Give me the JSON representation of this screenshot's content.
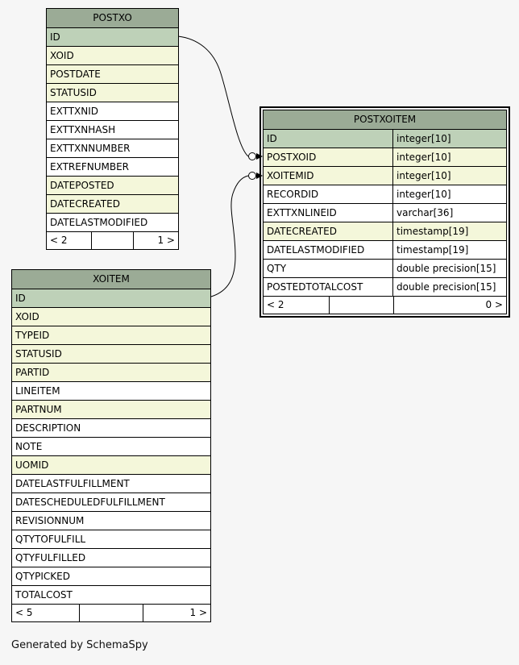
{
  "background": "#f6f6f6",
  "colors": {
    "table_header": "#9bab96",
    "primary_key_row": "#bed1b8",
    "indexed_row": "#f4f7da",
    "regular_row": "#ffffff",
    "border": "#000000"
  },
  "tables": [
    {
      "id": "postxo",
      "name": "POSTXO",
      "columns": [
        {
          "name": "ID",
          "style": "pk"
        },
        {
          "name": "XOID",
          "style": "indexed"
        },
        {
          "name": "POSTDATE",
          "style": "indexed"
        },
        {
          "name": "STATUSID",
          "style": "indexed"
        },
        {
          "name": "EXTTXNID",
          "style": "regular"
        },
        {
          "name": "EXTTXNHASH",
          "style": "regular"
        },
        {
          "name": "EXTTXNNUMBER",
          "style": "regular"
        },
        {
          "name": "EXTREFNUMBER",
          "style": "regular"
        },
        {
          "name": "DATEPOSTED",
          "style": "indexed"
        },
        {
          "name": "DATECREATED",
          "style": "indexed"
        },
        {
          "name": "DATELASTMODIFIED",
          "style": "regular"
        }
      ],
      "footer": {
        "left": "< 2",
        "center": "",
        "right": "1 >"
      }
    },
    {
      "id": "postxoitem",
      "name": "POSTXOITEM",
      "columns": [
        {
          "name": "ID",
          "type": "integer[10]",
          "style": "pk"
        },
        {
          "name": "POSTXOID",
          "type": "integer[10]",
          "style": "indexed"
        },
        {
          "name": "XOITEMID",
          "type": "integer[10]",
          "style": "indexed"
        },
        {
          "name": "RECORDID",
          "type": "integer[10]",
          "style": "regular"
        },
        {
          "name": "EXTTXNLINEID",
          "type": "varchar[36]",
          "style": "regular"
        },
        {
          "name": "DATECREATED",
          "type": "timestamp[19]",
          "style": "indexed"
        },
        {
          "name": "DATELASTMODIFIED",
          "type": "timestamp[19]",
          "style": "regular"
        },
        {
          "name": "QTY",
          "type": "double precision[15]",
          "style": "regular"
        },
        {
          "name": "POSTEDTOTALCOST",
          "type": "double precision[15]",
          "style": "regular"
        }
      ],
      "footer": {
        "left": "< 2",
        "center": "",
        "right": "0 >"
      }
    },
    {
      "id": "xoitem",
      "name": "XOITEM",
      "columns": [
        {
          "name": "ID",
          "style": "pk"
        },
        {
          "name": "XOID",
          "style": "indexed"
        },
        {
          "name": "TYPEID",
          "style": "indexed"
        },
        {
          "name": "STATUSID",
          "style": "indexed"
        },
        {
          "name": "PARTID",
          "style": "indexed"
        },
        {
          "name": "LINEITEM",
          "style": "regular"
        },
        {
          "name": "PARTNUM",
          "style": "indexed"
        },
        {
          "name": "DESCRIPTION",
          "style": "regular"
        },
        {
          "name": "NOTE",
          "style": "regular"
        },
        {
          "name": "UOMID",
          "style": "indexed"
        },
        {
          "name": "DATELASTFULFILLMENT",
          "style": "regular"
        },
        {
          "name": "DATESCHEDULEDFULFILLMENT",
          "style": "regular"
        },
        {
          "name": "REVISIONNUM",
          "style": "regular"
        },
        {
          "name": "QTYTOFULFILL",
          "style": "regular"
        },
        {
          "name": "QTYFULFILLED",
          "style": "regular"
        },
        {
          "name": "QTYPICKED",
          "style": "regular"
        },
        {
          "name": "TOTALCOST",
          "style": "regular"
        }
      ],
      "footer": {
        "left": "< 5",
        "center": "",
        "right": "1 >"
      }
    }
  ],
  "relationships": [
    {
      "from_table": "POSTXO",
      "from_column": "ID",
      "to_table": "POSTXOITEM",
      "to_column": "POSTXOID"
    },
    {
      "from_table": "XOITEM",
      "from_column": "ID",
      "to_table": "POSTXOITEM",
      "to_column": "XOITEMID"
    }
  ],
  "footer_note": "Generated by SchemaSpy"
}
